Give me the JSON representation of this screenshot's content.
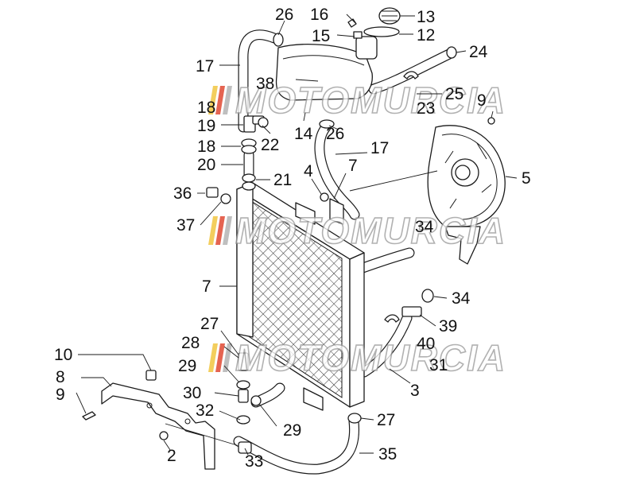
{
  "diagram": {
    "watermark_text": "MOTOMURCIA",
    "watermark_stripe_colors": [
      "#f2c94c",
      "#e3543f",
      "#b9b9b9"
    ],
    "labels": [
      {
        "id": "26a",
        "text": "26"
      },
      {
        "id": "16",
        "text": "16"
      },
      {
        "id": "13",
        "text": "13"
      },
      {
        "id": "15",
        "text": "15"
      },
      {
        "id": "12",
        "text": "12"
      },
      {
        "id": "24",
        "text": "24"
      },
      {
        "id": "17a",
        "text": "17"
      },
      {
        "id": "38",
        "text": "38"
      },
      {
        "id": "25",
        "text": "25"
      },
      {
        "id": "18a",
        "text": "18"
      },
      {
        "id": "23",
        "text": "23"
      },
      {
        "id": "9a",
        "text": "9"
      },
      {
        "id": "19",
        "text": "19"
      },
      {
        "id": "22",
        "text": "22"
      },
      {
        "id": "14",
        "text": "14"
      },
      {
        "id": "26b",
        "text": "26"
      },
      {
        "id": "18b",
        "text": "18"
      },
      {
        "id": "17b",
        "text": "17"
      },
      {
        "id": "20",
        "text": "20"
      },
      {
        "id": "4",
        "text": "4"
      },
      {
        "id": "7a",
        "text": "7"
      },
      {
        "id": "5",
        "text": "5"
      },
      {
        "id": "21",
        "text": "21"
      },
      {
        "id": "36",
        "text": "36"
      },
      {
        "id": "37",
        "text": "37"
      },
      {
        "id": "34a",
        "text": "34"
      },
      {
        "id": "7b",
        "text": "7"
      },
      {
        "id": "34b",
        "text": "34"
      },
      {
        "id": "39",
        "text": "39"
      },
      {
        "id": "27a",
        "text": "27"
      },
      {
        "id": "28",
        "text": "28"
      },
      {
        "id": "40",
        "text": "40"
      },
      {
        "id": "10",
        "text": "10"
      },
      {
        "id": "29a",
        "text": "29"
      },
      {
        "id": "31",
        "text": "31"
      },
      {
        "id": "8",
        "text": "8"
      },
      {
        "id": "3",
        "text": "3"
      },
      {
        "id": "30",
        "text": "30"
      },
      {
        "id": "9b",
        "text": "9"
      },
      {
        "id": "32",
        "text": "32"
      },
      {
        "id": "27b",
        "text": "27"
      },
      {
        "id": "29b",
        "text": "29"
      },
      {
        "id": "2",
        "text": "2"
      },
      {
        "id": "33",
        "text": "33"
      },
      {
        "id": "35",
        "text": "35"
      }
    ]
  }
}
